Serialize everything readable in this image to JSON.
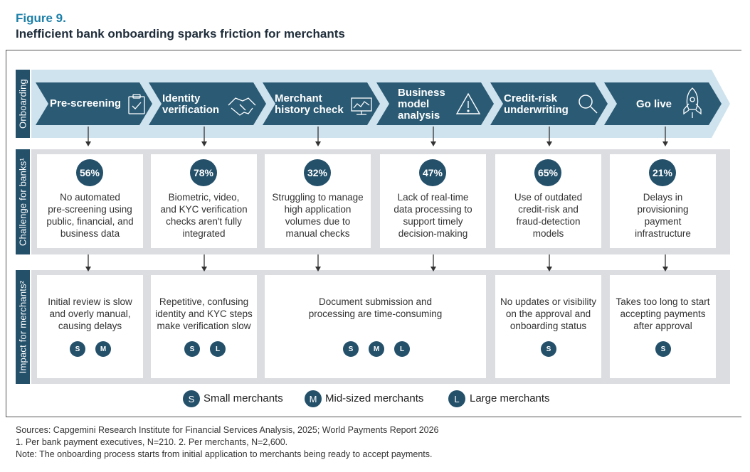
{
  "figure": {
    "label": "Figure 9.",
    "title": "Inefficient bank onboarding sparks friction for merchants"
  },
  "row_labels": {
    "onboarding": "Onboarding",
    "challenge": "Challenge for banks¹",
    "impact": "Impact for merchants²"
  },
  "stages": [
    {
      "label_1": "Pre-screening",
      "label_2": "",
      "label_3": "",
      "icon": "clipboard-check-icon"
    },
    {
      "label_1": "Identity",
      "label_2": "verification",
      "label_3": "",
      "icon": "handshake-icon"
    },
    {
      "label_1": "Merchant",
      "label_2": "history check",
      "label_3": "",
      "icon": "monitor-chart-icon"
    },
    {
      "label_1": "Business",
      "label_2": "model",
      "label_3": "analysis",
      "icon": "warning-icon"
    },
    {
      "label_1": "Credit-risk",
      "label_2": "underwriting",
      "label_3": "",
      "icon": "magnifier-icon"
    },
    {
      "label_1": "Go live",
      "label_2": "",
      "label_3": "",
      "icon": "rocket-icon"
    }
  ],
  "challenges": [
    {
      "pct": "56%",
      "l1": "No automated",
      "l2": "pre-screening using",
      "l3": "public, financial, and",
      "l4": "business data"
    },
    {
      "pct": "78%",
      "l1": "Biometric, video,",
      "l2": "and KYC verification",
      "l3": "checks aren't fully",
      "l4": "integrated"
    },
    {
      "pct": "32%",
      "l1": "Struggling to manage",
      "l2": "high application",
      "l3": "volumes due to",
      "l4": "manual checks"
    },
    {
      "pct": "47%",
      "l1": "Lack of real-time",
      "l2": "data processing to",
      "l3": "support timely",
      "l4": "decision-making"
    },
    {
      "pct": "65%",
      "l1": "Use of outdated",
      "l2": "credit-risk and",
      "l3": "fraud-detection",
      "l4": "models"
    },
    {
      "pct": "21%",
      "l1": "Delays in",
      "l2": "provisioning",
      "l3": "payment",
      "l4": "infrastructure"
    }
  ],
  "impacts": [
    {
      "l1": "Initial review is slow",
      "l2": "and overly manual,",
      "l3": "causing delays",
      "sizes": [
        "S",
        "M"
      ]
    },
    {
      "l1": "Repetitive, confusing",
      "l2": "identity and KYC steps",
      "l3": "make verification slow",
      "sizes": [
        "S",
        "L"
      ]
    },
    {
      "l1": "Document submission and",
      "l2": "processing are time-consuming",
      "l3": "",
      "sizes": [
        "S",
        "M",
        "L"
      ]
    },
    {
      "l1": "No updates or visibility",
      "l2": "on the approval and",
      "l3": "onboarding status",
      "sizes": [
        "S"
      ]
    },
    {
      "l1": "Takes too long to start",
      "l2": "accepting payments",
      "l3": "after approval",
      "sizes": [
        "S"
      ]
    }
  ],
  "legend": [
    {
      "code": "S",
      "label": "Small merchants"
    },
    {
      "code": "M",
      "label": "Mid-sized merchants"
    },
    {
      "code": "L",
      "label": "Large merchants"
    }
  ],
  "sources": {
    "line1": "Sources: Capgemini Research Institute for Financial Services Analysis, 2025; World Payments Report 2026",
    "line2": "1. Per bank payment executives, N=210. 2. Per merchants, N=2,600.",
    "line3": "Note: The onboarding process starts from initial application to merchants being ready to accept payments."
  },
  "colors": {
    "navy": "#24506a",
    "chevron": "#2a5a74",
    "light_band": "#cfe3ee",
    "accent_title": "#1b7fa8",
    "panel_grey": "#dcdde1"
  }
}
